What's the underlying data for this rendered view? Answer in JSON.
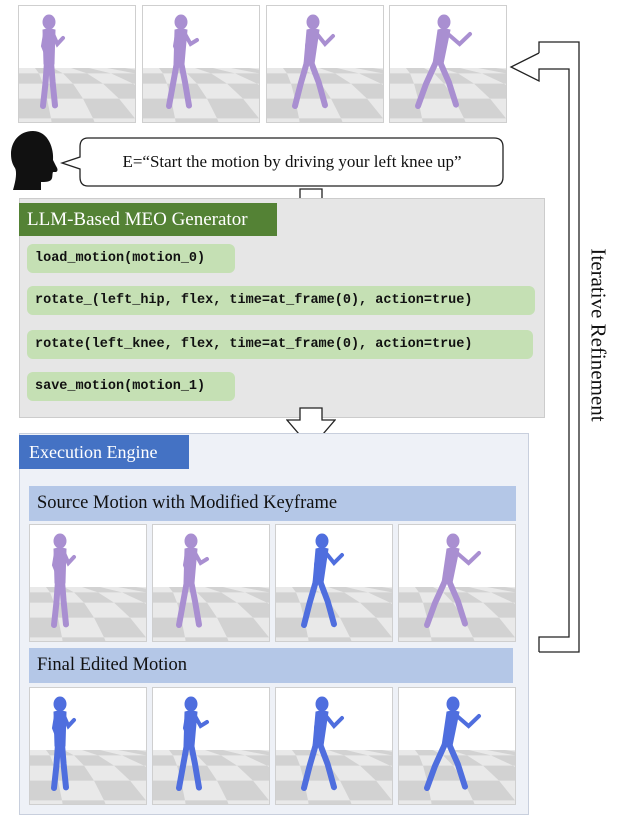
{
  "speech": {
    "text": "E=“Start the motion by driving your left knee up”"
  },
  "generator": {
    "title": "LLM-Based MEO Generator",
    "code_lines": [
      "load_motion(motion_0)",
      "rotate_(left_hip, flex, time=at_frame(0), action=true)",
      "rotate(left_knee, flex, time=at_frame(0), action=true)",
      "save_motion(motion_1)"
    ]
  },
  "engine": {
    "title": "Execution Engine",
    "section1": "Source Motion with Modified Keyframe",
    "section2": "Final Edited Motion"
  },
  "side_label": "Iterative Refinement",
  "colors": {
    "source_figure": "#a98fd1",
    "edited_figure": "#4f6ede",
    "generator_header": "#548235",
    "code_block": "#c5e0b4",
    "engine_header": "#4472c4",
    "section_bar": "#b4c7e7"
  },
  "frames": {
    "top": [
      "source",
      "source",
      "source",
      "source"
    ],
    "source_modified": [
      "source",
      "source",
      "edited",
      "source"
    ],
    "final": [
      "edited",
      "edited",
      "edited",
      "edited"
    ]
  }
}
